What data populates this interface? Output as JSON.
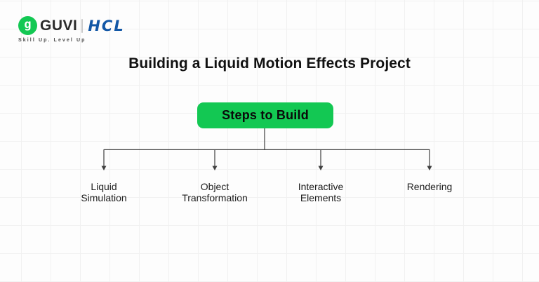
{
  "colors": {
    "brand_green": "#13c853",
    "hcl_blue": "#1257a6",
    "line": "#3f3f3f",
    "title_text": "#111111",
    "label_text": "#1d1d1d",
    "grid_line": "#f1f1f1",
    "background": "#fdfdfd",
    "guvi_text": "#2b2b2b",
    "tagline_text": "#4a4a4a",
    "divider": "#c9c9c9"
  },
  "header": {
    "guvi_icon_letter": "g",
    "guvi_logo_text": "GUVI",
    "hcl_logo_text": "HCL",
    "tagline": "Skill Up. Level Up"
  },
  "page_title": "Building a Liquid Motion Effects Project",
  "diagram": {
    "root_label": "Steps to Build",
    "branches": [
      {
        "label": "Liquid\nSimulation"
      },
      {
        "label": "Object\nTransformation"
      },
      {
        "label": "Interactive\nElements"
      },
      {
        "label": "Rendering"
      }
    ]
  }
}
